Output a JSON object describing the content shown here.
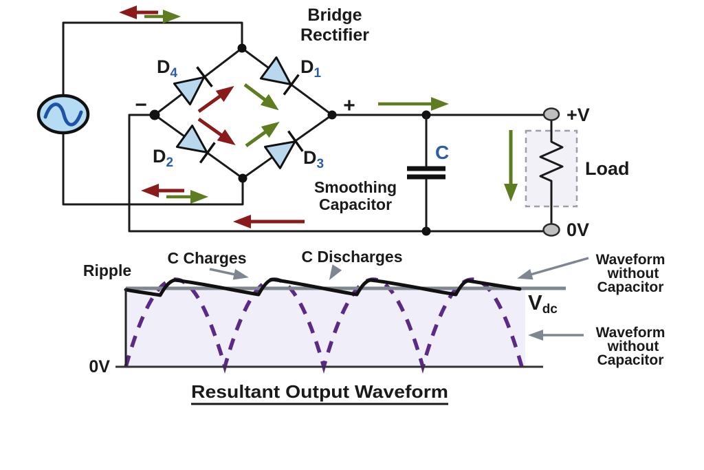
{
  "diagram_title": {
    "line1": "Bridge",
    "line2": "Rectifier"
  },
  "bridge": {
    "d4": {
      "main": "D",
      "sub": "4"
    },
    "d1": {
      "main": "D",
      "sub": "1"
    },
    "d2": {
      "main": "D",
      "sub": "2"
    },
    "d3": {
      "main": "D",
      "sub": "3"
    },
    "minus_terminal": "−",
    "plus_terminal": "+"
  },
  "capacitor": {
    "label": "C",
    "caption_line1": "Smoothing",
    "caption_line2": "Capacitor"
  },
  "load": {
    "label": "Load",
    "top_terminal": "+V",
    "bottom_terminal": "0V"
  },
  "waveform": {
    "ripple_label": "Ripple",
    "c_charges_label": "C Charges",
    "c_discharges_label": "C Discharges",
    "vdc_main": "V",
    "vdc_sub": "dc",
    "zero_label": "0V",
    "annotation_top": {
      "line1": "Waveform",
      "line2": "without",
      "line3": "Capacitor"
    },
    "annotation_bottom": {
      "line1": "Waveform",
      "line2": "without",
      "line3": "Capacitor"
    },
    "caption": "Resultant Output Waveform"
  },
  "colors": {
    "current_arrow_dark_red": "#8b1a1a",
    "current_arrow_green": "#5e7c20",
    "component_label_blue": "#2b5da8",
    "diode_fill": "#b9d8ee",
    "ac_source_fill": "#b5dcf2",
    "sine_stroke": "#1d52a8",
    "dashed_waveform_purple": "#5b2a86",
    "annotation_gray": "#7d8691",
    "waveform_fill": "#f0eef8",
    "vdc_line_gray": "#80888f"
  },
  "chart_data": {
    "type": "line",
    "title": "Resultant Output Waveform",
    "y_markers": [
      "0V",
      "Vdc"
    ],
    "series": [
      {
        "style": "solid-black",
        "shape": "DC level with small ripple around Vdc",
        "annotations": [
          "Ripple",
          "C Charges",
          "C Discharges",
          "Waveform without Capacitor"
        ]
      },
      {
        "style": "dashed-purple",
        "shape": "full-wave rectified half-sine humps",
        "num_peaks": 4,
        "annotations": [
          "Waveform without Capacitor"
        ]
      }
    ]
  }
}
